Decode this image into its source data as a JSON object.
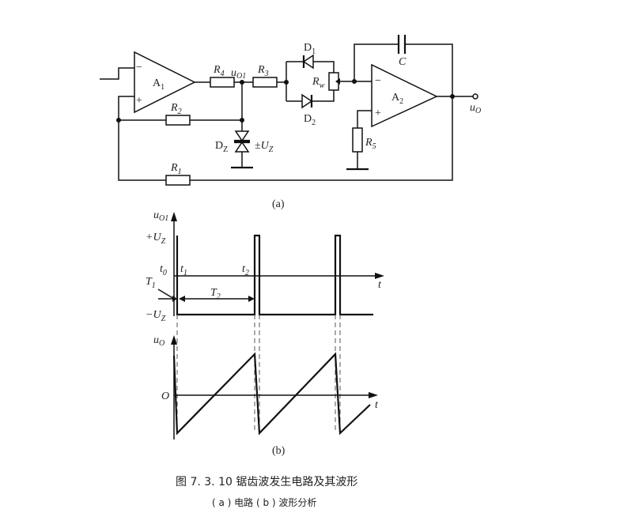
{
  "circuit": {
    "a1_label": "A",
    "a1_sub": "1",
    "a2_label": "A",
    "a2_sub": "2",
    "minus": "−",
    "plus": "+",
    "r4": "R",
    "r4_sub": "4",
    "r3": "R",
    "r3_sub": "3",
    "r2": "R",
    "r2_sub": "2",
    "r1": "R",
    "r1_sub": "1",
    "r5": "R",
    "r5_sub": "5",
    "rw": "R",
    "rw_sub": "w",
    "d1": "D",
    "d1_sub": "1",
    "d2": "D",
    "d2_sub": "2",
    "dz": "D",
    "dz_sub": "Z",
    "uz": "±U",
    "uz_sub": "Z",
    "cap": "C",
    "uo1": "u",
    "uo1_sub": "O1",
    "uo": "u",
    "uo_sub": "O",
    "sublabel": "(a)"
  },
  "waveform": {
    "uo1_axis": "u",
    "uo1_axis_sub": "O1",
    "plus_uz": "+U",
    "plus_uz_sub": "Z",
    "minus_uz": "−U",
    "minus_uz_sub": "Z",
    "t0": "t",
    "t0_sub": "0",
    "t1": "t",
    "t1_sub": "1",
    "t2": "t",
    "t2_sub": "2",
    "T1": "T",
    "T1_sub": "1",
    "T2": "T",
    "T2_sub": "2",
    "t_axis": "t",
    "uo_axis": "u",
    "uo_axis_sub": "O",
    "origin": "O",
    "sublabel": "(b)"
  },
  "caption": {
    "title": "图 7. 3. 10   锯齿波发生电路及其波形",
    "subtitle": "( a ) 电路    ( b ) 波形分析"
  }
}
